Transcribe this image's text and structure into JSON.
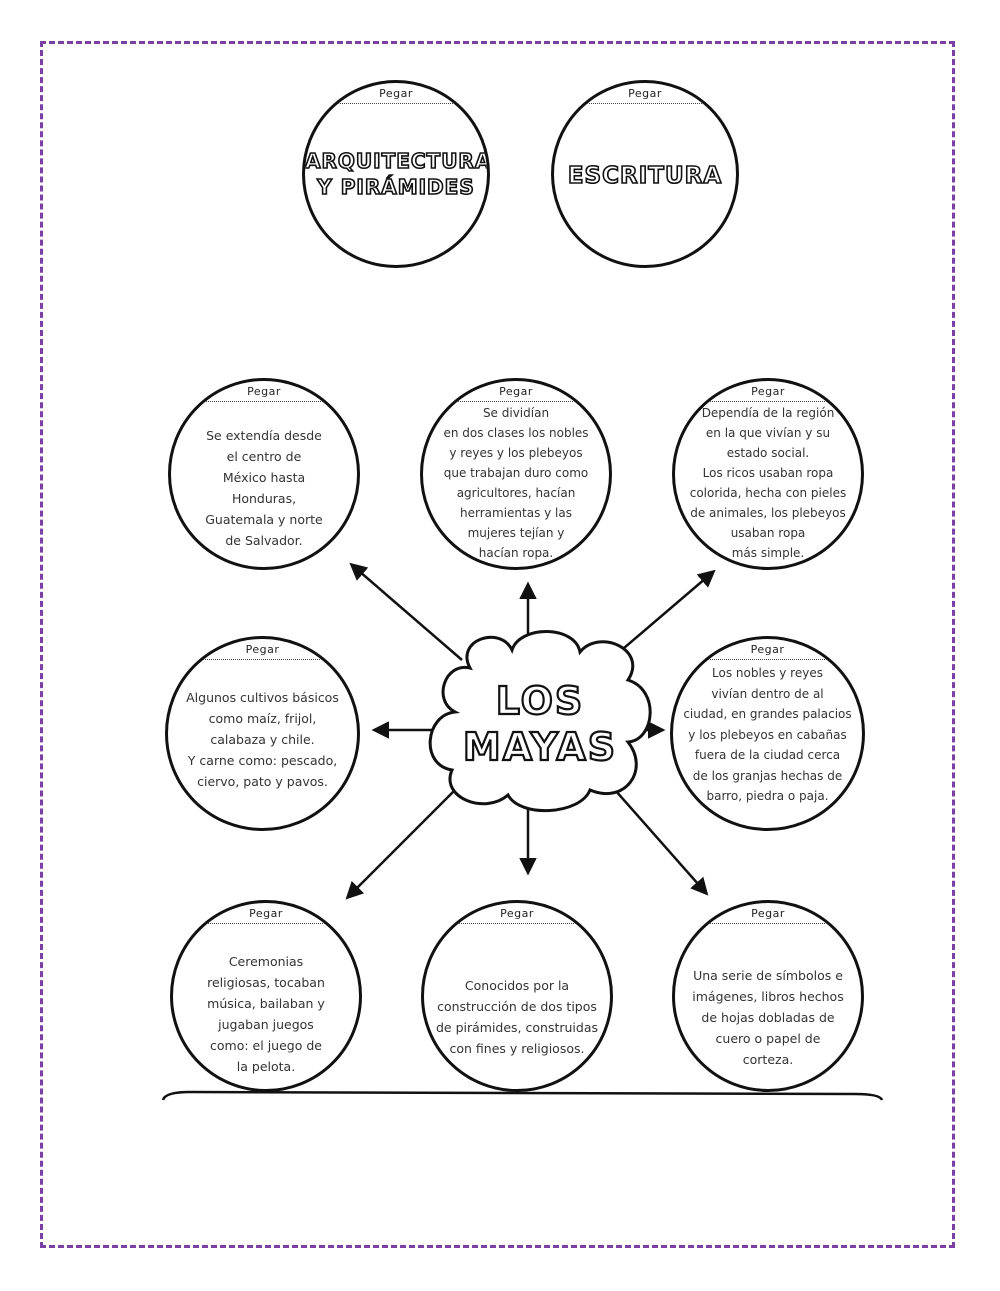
{
  "tab_label": "Pegar",
  "center": {
    "line1": "LOS",
    "line2": "MAYAS"
  },
  "headers": [
    {
      "line1": "ARQUITECTURA",
      "line2": "Y PIRÁMIDES"
    },
    {
      "line1": "ESCRITURA"
    }
  ],
  "boxes": [
    {
      "lines": [
        "Se extendía desde",
        "el centro de",
        "México hasta",
        "Honduras,",
        "Guatemala y norte",
        "de Salvador."
      ]
    },
    {
      "lines": [
        "Se dividían",
        "en dos clases los nobles",
        "y reyes y los plebeyos",
        "que trabajan duro como",
        "agricultores, hacían",
        "herramientas y las",
        "mujeres tejían y",
        "hacían ropa."
      ]
    },
    {
      "lines": [
        "Dependía de la región",
        "en la que vivían y su",
        "estado social.",
        "Los ricos usaban ropa",
        "colorida, hecha con pieles",
        "de animales, los plebeyos",
        "usaban ropa",
        "más simple."
      ]
    },
    {
      "lines": [
        "Algunos cultivos básicos",
        "como maíz, frijol,",
        "calabaza y chile.",
        "Y carne como: pescado,",
        "ciervo, pato y pavos."
      ]
    },
    {
      "lines": [
        "Los nobles y reyes",
        "vivían dentro de al",
        "ciudad, en grandes palacios",
        "y los plebeyos en cabañas",
        "fuera de la ciudad cerca",
        "de los granjas hechas de",
        "barro, piedra o paja."
      ]
    },
    {
      "lines": [
        "Ceremonias",
        "religiosas, tocaban",
        "música, bailaban y",
        "jugaban juegos",
        "como: el juego de",
        "la pelota."
      ]
    },
    {
      "lines": [
        "Conocidos por la",
        "construcción de dos tipos",
        "de pirámides, construidas",
        "con fines y religiosos."
      ]
    },
    {
      "lines": [
        "Una serie de símbolos e",
        "imágenes, libros hechos",
        "de hojas dobladas de",
        "cuero o papel de",
        "corteza."
      ]
    }
  ]
}
